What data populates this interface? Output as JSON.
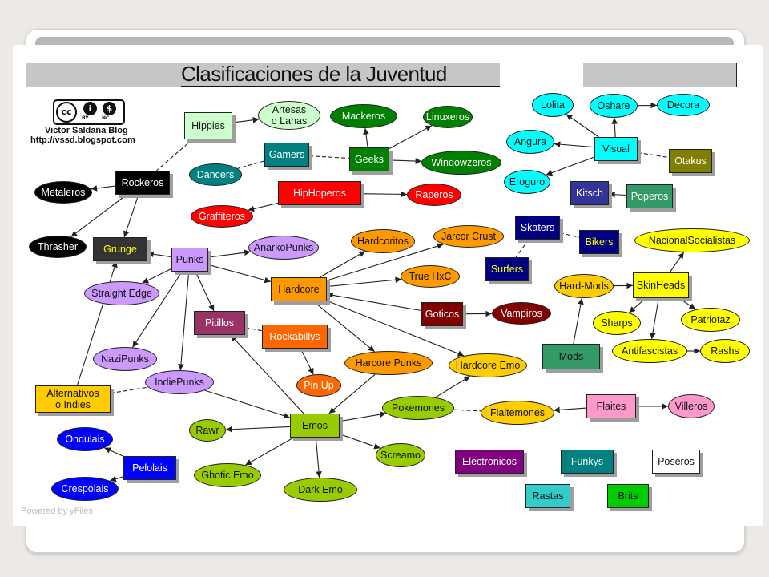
{
  "title": "Clasificaciones de la Juventud",
  "credits": {
    "blog_name": "Victor Saldaña Blog",
    "blog_url": "http://vssd.blogspot.com",
    "license_by": "BY",
    "license_nc": "NC"
  },
  "footer": "Powered by yFiles",
  "nodes": [
    {
      "id": "hippies",
      "label": "Hippies",
      "shape": "box",
      "fill": "#ccffcc",
      "text": "#111111"
    },
    {
      "id": "artesas",
      "label": "Artesas\no Lanas",
      "shape": "ellipse",
      "fill": "#ccffcc",
      "text": "#111111"
    },
    {
      "id": "mackeros",
      "label": "Mackeros",
      "shape": "ellipse",
      "fill": "#008000",
      "text": "#ffffff"
    },
    {
      "id": "linuxeros",
      "label": "Linuxeros",
      "shape": "ellipse",
      "fill": "#008000",
      "text": "#ffffff"
    },
    {
      "id": "gamers",
      "label": "Gamers",
      "shape": "box",
      "fill": "#008080",
      "text": "#ffffff"
    },
    {
      "id": "geeks",
      "label": "Geeks",
      "shape": "box",
      "fill": "#008000",
      "text": "#ffffff"
    },
    {
      "id": "windowzeros",
      "label": "Windowzeros",
      "shape": "ellipse",
      "fill": "#008000",
      "text": "#ffffff"
    },
    {
      "id": "dancers",
      "label": "Dancers",
      "shape": "ellipse",
      "fill": "#008080",
      "text": "#ffffff"
    },
    {
      "id": "rockeros",
      "label": "Rockeros",
      "shape": "box",
      "fill": "#000000",
      "text": "#ffffff"
    },
    {
      "id": "metaleros",
      "label": "Metaleros",
      "shape": "ellipse",
      "fill": "#000000",
      "text": "#ffffff"
    },
    {
      "id": "hiphoperos",
      "label": "HipHoperos",
      "shape": "box",
      "fill": "#ff0000",
      "text": "#ffffff"
    },
    {
      "id": "raperos",
      "label": "Raperos",
      "shape": "ellipse",
      "fill": "#ff0000",
      "text": "#ffffff"
    },
    {
      "id": "graffiteros",
      "label": "Graffiteros",
      "shape": "ellipse",
      "fill": "#ff0000",
      "text": "#ffffff"
    },
    {
      "id": "thrasher",
      "label": "Thrasher",
      "shape": "ellipse",
      "fill": "#000000",
      "text": "#ffffff"
    },
    {
      "id": "grunge",
      "label": "Grunge",
      "shape": "box",
      "fill": "#333333",
      "text": "#ffff00"
    },
    {
      "id": "punks",
      "label": "Punks",
      "shape": "box",
      "fill": "#cc99ff",
      "text": "#111111"
    },
    {
      "id": "anarkopunks",
      "label": "AnarkoPunks",
      "shape": "ellipse",
      "fill": "#cc99ff",
      "text": "#111111"
    },
    {
      "id": "straightedge",
      "label": "Straight Edge",
      "shape": "ellipse",
      "fill": "#cc99ff",
      "text": "#111111"
    },
    {
      "id": "hardcoritos",
      "label": "Hardcoritos",
      "shape": "ellipse",
      "fill": "#ff9900",
      "text": "#111111"
    },
    {
      "id": "jarcor",
      "label": "Jarcor Crust",
      "shape": "ellipse",
      "fill": "#ff9900",
      "text": "#111111"
    },
    {
      "id": "truehxc",
      "label": "True HxC",
      "shape": "ellipse",
      "fill": "#ff9900",
      "text": "#111111"
    },
    {
      "id": "hardcore",
      "label": "Hardcore",
      "shape": "box",
      "fill": "#ff9900",
      "text": "#111111"
    },
    {
      "id": "goticos",
      "label": "Goticos",
      "shape": "box",
      "fill": "#800000",
      "text": "#ffffff"
    },
    {
      "id": "vampiros",
      "label": "Vampiros",
      "shape": "ellipse",
      "fill": "#800000",
      "text": "#ffffff"
    },
    {
      "id": "pitillos",
      "label": "Pitillos",
      "shape": "box",
      "fill": "#993366",
      "text": "#ffffff"
    },
    {
      "id": "rockabillys",
      "label": "Rockabillys",
      "shape": "box",
      "fill": "#ff6600",
      "text": "#ffffff"
    },
    {
      "id": "nazipunks",
      "label": "NaziPunks",
      "shape": "ellipse",
      "fill": "#cc99ff",
      "text": "#111111"
    },
    {
      "id": "harcorepunks",
      "label": "Harcore Punks",
      "shape": "ellipse",
      "fill": "#ff9900",
      "text": "#111111"
    },
    {
      "id": "hardcoreemo",
      "label": "Hardcore Emo",
      "shape": "ellipse",
      "fill": "#ffcc00",
      "text": "#111111"
    },
    {
      "id": "indiepunks",
      "label": "IndiePunks",
      "shape": "ellipse",
      "fill": "#cc99ff",
      "text": "#111111"
    },
    {
      "id": "alternativos",
      "label": "Alternativos\no Indies",
      "shape": "box",
      "fill": "#ffcc00",
      "text": "#111111"
    },
    {
      "id": "pinup",
      "label": "Pin Up",
      "shape": "ellipse",
      "fill": "#ff6600",
      "text": "#ffffff"
    },
    {
      "id": "pokemones",
      "label": "Pokemones",
      "shape": "ellipse",
      "fill": "#99cc00",
      "text": "#111111"
    },
    {
      "id": "flaitemones",
      "label": "Flaitemones",
      "shape": "ellipse",
      "fill": "#ffcc00",
      "text": "#111111"
    },
    {
      "id": "rawr",
      "label": "Rawr",
      "shape": "ellipse",
      "fill": "#99cc00",
      "text": "#111111"
    },
    {
      "id": "emos",
      "label": "Emos",
      "shape": "box",
      "fill": "#99cc00",
      "text": "#111111"
    },
    {
      "id": "screamo",
      "label": "Screamo",
      "shape": "ellipse",
      "fill": "#99cc00",
      "text": "#111111"
    },
    {
      "id": "ghoticemo",
      "label": "Ghotic Emo",
      "shape": "ellipse",
      "fill": "#99cc00",
      "text": "#111111"
    },
    {
      "id": "darkemo",
      "label": "Dark Emo",
      "shape": "ellipse",
      "fill": "#99cc00",
      "text": "#111111"
    },
    {
      "id": "ondulais",
      "label": "Ondulais",
      "shape": "ellipse",
      "fill": "#0000ff",
      "text": "#ffffff"
    },
    {
      "id": "pelolais",
      "label": "Pelolais",
      "shape": "box",
      "fill": "#0000ff",
      "text": "#ffffff"
    },
    {
      "id": "crespolais",
      "label": "Crespolais",
      "shape": "ellipse",
      "fill": "#0000ff",
      "text": "#ffffff"
    },
    {
      "id": "lolita",
      "label": "Lolita",
      "shape": "ellipse",
      "fill": "#00ffff",
      "text": "#111111"
    },
    {
      "id": "oshare",
      "label": "Oshare",
      "shape": "ellipse",
      "fill": "#00ffff",
      "text": "#111111"
    },
    {
      "id": "decora",
      "label": "Decora",
      "shape": "ellipse",
      "fill": "#00ffff",
      "text": "#111111"
    },
    {
      "id": "angura",
      "label": "Angura",
      "shape": "ellipse",
      "fill": "#00ffff",
      "text": "#111111"
    },
    {
      "id": "visual",
      "label": "Visual",
      "shape": "box",
      "fill": "#00ffff",
      "text": "#111111"
    },
    {
      "id": "otakus",
      "label": "Otakus",
      "shape": "box",
      "fill": "#808000",
      "text": "#ffffff"
    },
    {
      "id": "eroguro",
      "label": "Eroguro",
      "shape": "ellipse",
      "fill": "#00ffff",
      "text": "#111111"
    },
    {
      "id": "kitsch",
      "label": "Kitsch",
      "shape": "box",
      "fill": "#333399",
      "text": "#ffffff"
    },
    {
      "id": "poperos",
      "label": "Poperos",
      "shape": "box",
      "fill": "#339966",
      "text": "#ffffff"
    },
    {
      "id": "skaters",
      "label": "Skaters",
      "shape": "box",
      "fill": "#000080",
      "text": "#ffffff"
    },
    {
      "id": "bikers",
      "label": "Bikers",
      "shape": "box",
      "fill": "#000080",
      "text": "#ffff00"
    },
    {
      "id": "nacional",
      "label": "NacionalSocialistas",
      "shape": "ellipse",
      "fill": "#ffff00",
      "text": "#111111"
    },
    {
      "id": "surfers",
      "label": "Surfers",
      "shape": "box",
      "fill": "#000080",
      "text": "#ffff00"
    },
    {
      "id": "hardmods",
      "label": "Hard-Mods",
      "shape": "ellipse",
      "fill": "#ffcc00",
      "text": "#111111"
    },
    {
      "id": "skinheads",
      "label": "SkinHeads",
      "shape": "box",
      "fill": "#ffff00",
      "text": "#111111"
    },
    {
      "id": "sharps",
      "label": "Sharps",
      "shape": "ellipse",
      "fill": "#ffff00",
      "text": "#111111"
    },
    {
      "id": "patriotaz",
      "label": "Patriotaz",
      "shape": "ellipse",
      "fill": "#ffff00",
      "text": "#111111"
    },
    {
      "id": "mods",
      "label": "Mods",
      "shape": "box",
      "fill": "#339966",
      "text": "#111111"
    },
    {
      "id": "antifascistas",
      "label": "Antifascistas",
      "shape": "ellipse",
      "fill": "#ffff00",
      "text": "#111111"
    },
    {
      "id": "rashs",
      "label": "Rashs",
      "shape": "ellipse",
      "fill": "#ffff00",
      "text": "#111111"
    },
    {
      "id": "flaites",
      "label": "Flaites",
      "shape": "box",
      "fill": "#ff99cc",
      "text": "#111111"
    },
    {
      "id": "villeros",
      "label": "Villeros",
      "shape": "ellipse",
      "fill": "#ff99cc",
      "text": "#111111"
    },
    {
      "id": "electronicos",
      "label": "Electronicos",
      "shape": "box",
      "fill": "#800080",
      "text": "#ffffff"
    },
    {
      "id": "funkys",
      "label": "Funkys",
      "shape": "box",
      "fill": "#008080",
      "text": "#ffffff"
    },
    {
      "id": "poseros",
      "label": "Poseros",
      "shape": "box",
      "fill": "#ffffff",
      "text": "#111111"
    },
    {
      "id": "rastas",
      "label": "Rastas",
      "shape": "box",
      "fill": "#33cccc",
      "text": "#111111"
    },
    {
      "id": "brits",
      "label": "Brits",
      "shape": "box",
      "fill": "#00cc00",
      "text": "#111111"
    }
  ],
  "edges": [
    {
      "from": "hippies",
      "to": "artesas",
      "style": "solid"
    },
    {
      "from": "hippies",
      "to": "rockeros",
      "style": "dashed"
    },
    {
      "from": "geeks",
      "to": "mackeros",
      "style": "solid"
    },
    {
      "from": "geeks",
      "to": "linuxeros",
      "style": "solid"
    },
    {
      "from": "geeks",
      "to": "windowzeros",
      "style": "solid"
    },
    {
      "from": "gamers",
      "to": "geeks",
      "style": "dashed"
    },
    {
      "from": "gamers",
      "to": "dancers",
      "style": "dashed"
    },
    {
      "from": "rockeros",
      "to": "metaleros",
      "style": "solid"
    },
    {
      "from": "rockeros",
      "to": "thrasher",
      "style": "solid"
    },
    {
      "from": "rockeros",
      "to": "grunge",
      "style": "solid"
    },
    {
      "from": "hiphoperos",
      "to": "raperos",
      "style": "solid"
    },
    {
      "from": "hiphoperos",
      "to": "graffiteros",
      "style": "solid"
    },
    {
      "from": "punks",
      "to": "grunge",
      "style": "solid"
    },
    {
      "from": "punks",
      "to": "anarkopunks",
      "style": "solid"
    },
    {
      "from": "punks",
      "to": "straightedge",
      "style": "solid"
    },
    {
      "from": "punks",
      "to": "hardcore",
      "style": "solid"
    },
    {
      "from": "punks",
      "to": "pitillos",
      "style": "solid"
    },
    {
      "from": "punks",
      "to": "nazipunks",
      "style": "solid"
    },
    {
      "from": "punks",
      "to": "indiepunks",
      "style": "solid"
    },
    {
      "from": "hardcore",
      "to": "hardcoritos",
      "style": "solid"
    },
    {
      "from": "hardcore",
      "to": "jarcor",
      "style": "solid"
    },
    {
      "from": "hardcore",
      "to": "truehxc",
      "style": "solid"
    },
    {
      "from": "hardcore",
      "to": "harcorepunks",
      "style": "solid"
    },
    {
      "from": "hardcore",
      "to": "hardcoreemo",
      "style": "solid"
    },
    {
      "from": "goticos",
      "to": "hardcore",
      "style": "solid"
    },
    {
      "from": "goticos",
      "to": "vampiros",
      "style": "solid"
    },
    {
      "from": "pitillos",
      "to": "rockabillys",
      "style": "dashed"
    },
    {
      "from": "rockabillys",
      "to": "pinup",
      "style": "solid"
    },
    {
      "from": "alternativos",
      "to": "grunge",
      "style": "solid"
    },
    {
      "from": "alternativos",
      "to": "indiepunks",
      "style": "dashed"
    },
    {
      "from": "indiepunks",
      "to": "emos",
      "style": "solid"
    },
    {
      "from": "emos",
      "to": "pitillos",
      "style": "solid"
    },
    {
      "from": "harcorepunks",
      "to": "emos",
      "style": "solid"
    },
    {
      "from": "emos",
      "to": "pokemones",
      "style": "solid"
    },
    {
      "from": "emos",
      "to": "rawr",
      "style": "solid"
    },
    {
      "from": "emos",
      "to": "screamo",
      "style": "solid"
    },
    {
      "from": "emos",
      "to": "ghoticemo",
      "style": "solid"
    },
    {
      "from": "emos",
      "to": "darkemo",
      "style": "solid"
    },
    {
      "from": "pokemones",
      "to": "hardcoreemo",
      "style": "solid"
    },
    {
      "from": "pokemones",
      "to": "flaitemones",
      "style": "dashed"
    },
    {
      "from": "flaites",
      "to": "flaitemones",
      "style": "solid"
    },
    {
      "from": "flaites",
      "to": "villeros",
      "style": "solid"
    },
    {
      "from": "pelolais",
      "to": "ondulais",
      "style": "solid"
    },
    {
      "from": "pelolais",
      "to": "crespolais",
      "style": "solid"
    },
    {
      "from": "visual",
      "to": "lolita",
      "style": "solid"
    },
    {
      "from": "visual",
      "to": "oshare",
      "style": "solid"
    },
    {
      "from": "oshare",
      "to": "decora",
      "style": "solid"
    },
    {
      "from": "visual",
      "to": "angura",
      "style": "solid"
    },
    {
      "from": "visual",
      "to": "eroguro",
      "style": "solid"
    },
    {
      "from": "visual",
      "to": "otakus",
      "style": "dashed"
    },
    {
      "from": "poperos",
      "to": "kitsch",
      "style": "solid"
    },
    {
      "from": "skaters",
      "to": "bikers",
      "style": "dashed"
    },
    {
      "from": "skaters",
      "to": "surfers",
      "style": "dashed"
    },
    {
      "from": "hardmods",
      "to": "skinheads",
      "style": "solid"
    },
    {
      "from": "mods",
      "to": "hardmods",
      "style": "solid"
    },
    {
      "from": "skinheads",
      "to": "nacional",
      "style": "solid"
    },
    {
      "from": "skinheads",
      "to": "sharps",
      "style": "solid"
    },
    {
      "from": "skinheads",
      "to": "patriotaz",
      "style": "solid"
    },
    {
      "from": "skinheads",
      "to": "antifascistas",
      "style": "solid"
    },
    {
      "from": "antifascistas",
      "to": "rashs",
      "style": "solid"
    }
  ]
}
